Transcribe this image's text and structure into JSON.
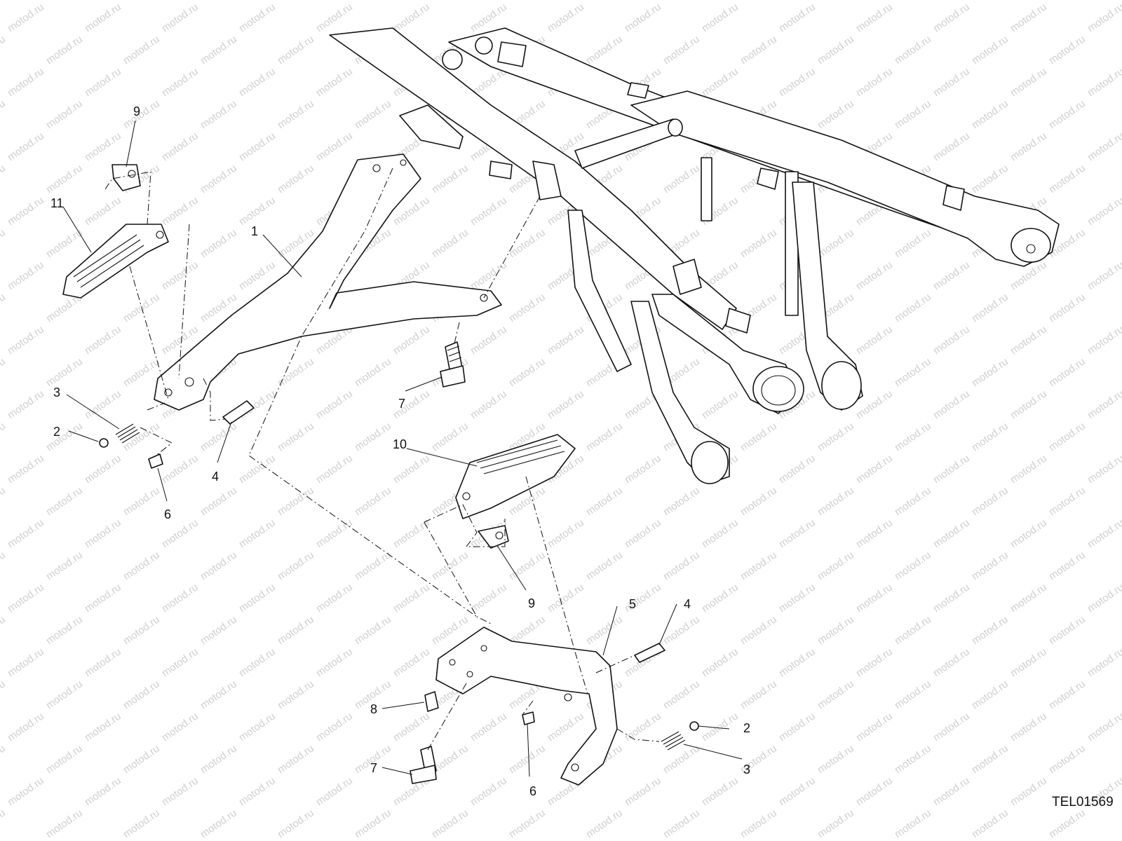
{
  "watermark": {
    "text": "motod.ru",
    "color": "#cfcfcf"
  },
  "drawing_code": "TEL01569",
  "callouts": [
    {
      "id": "c9a",
      "label": "9"
    },
    {
      "id": "c11",
      "label": "11"
    },
    {
      "id": "c1",
      "label": "1"
    },
    {
      "id": "c3a",
      "label": "3"
    },
    {
      "id": "c2a",
      "label": "2"
    },
    {
      "id": "c4a",
      "label": "4"
    },
    {
      "id": "c6a",
      "label": "6"
    },
    {
      "id": "c7a",
      "label": "7"
    },
    {
      "id": "c10",
      "label": "10"
    },
    {
      "id": "c9b",
      "label": "9"
    },
    {
      "id": "c5",
      "label": "5"
    },
    {
      "id": "c4b",
      "label": "4"
    },
    {
      "id": "c8",
      "label": "8"
    },
    {
      "id": "c2b",
      "label": "2"
    },
    {
      "id": "c3b",
      "label": "3"
    },
    {
      "id": "c7b",
      "label": "7"
    },
    {
      "id": "c6b",
      "label": "6"
    }
  ]
}
